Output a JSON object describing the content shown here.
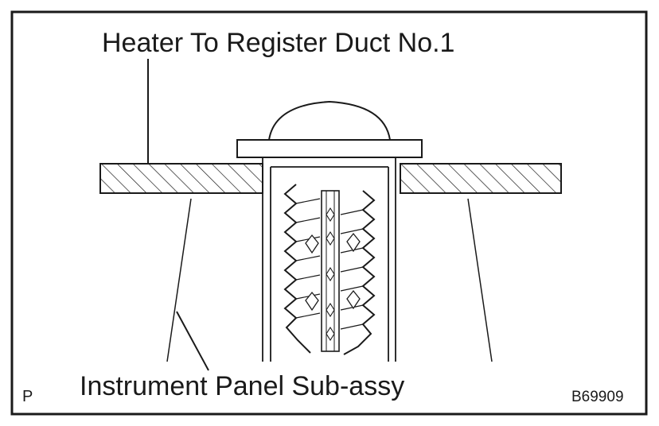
{
  "labels": {
    "top": "Heater To Register Duct No.1",
    "bottom": "Instrument Panel Sub-assy",
    "corner_left": "P",
    "figure_code": "B69909"
  }
}
